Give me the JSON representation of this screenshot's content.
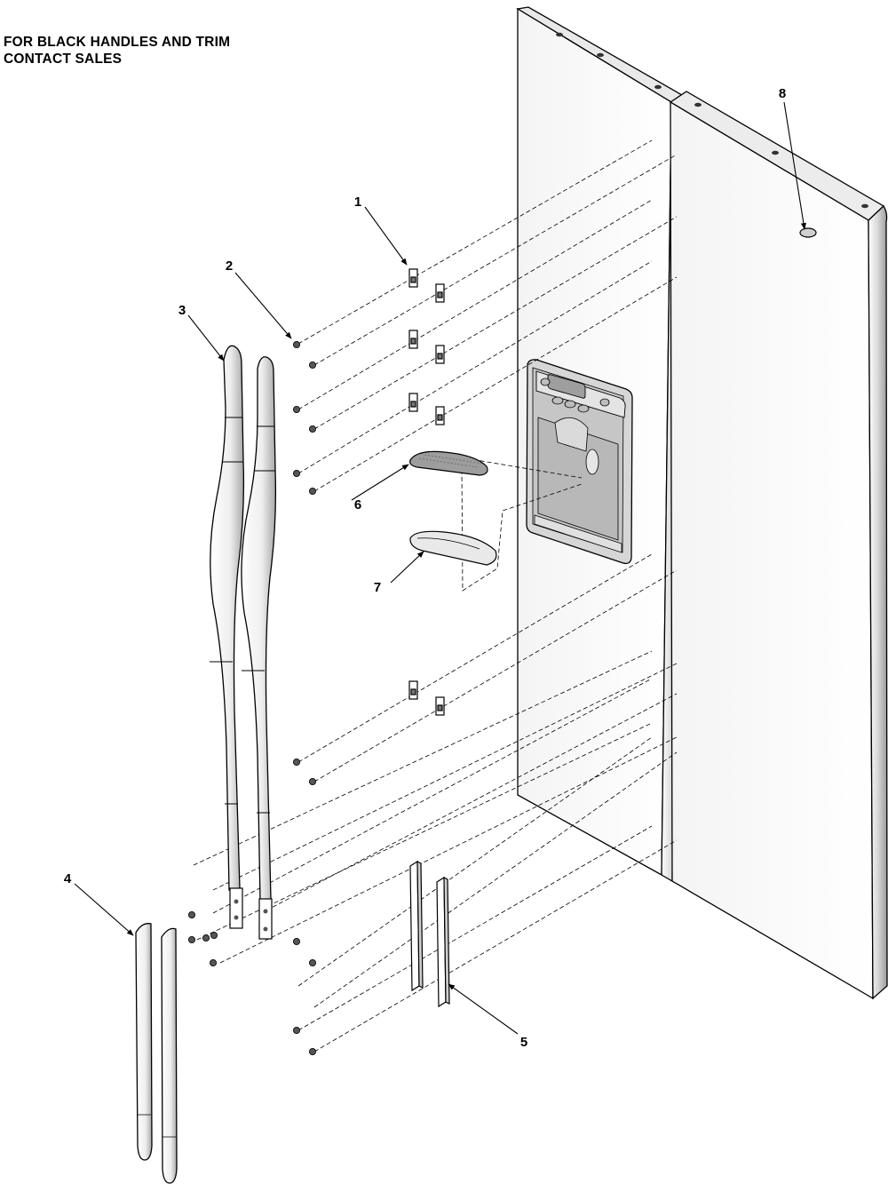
{
  "note": {
    "line1": "FOR BLACK HANDLES AND TRIM",
    "line2": "CONTACT SALES"
  },
  "callouts": [
    {
      "id": "1",
      "label": "1"
    },
    {
      "id": "2",
      "label": "2"
    },
    {
      "id": "3",
      "label": "3"
    },
    {
      "id": "4",
      "label": "4"
    },
    {
      "id": "5",
      "label": "5"
    },
    {
      "id": "6",
      "label": "6"
    },
    {
      "id": "7",
      "label": "7"
    },
    {
      "id": "8",
      "label": "8"
    }
  ],
  "colors": {
    "line": "#000000",
    "background": "#ffffff",
    "shade": "#bdbdbd",
    "light_shade": "#e2e2e2"
  }
}
